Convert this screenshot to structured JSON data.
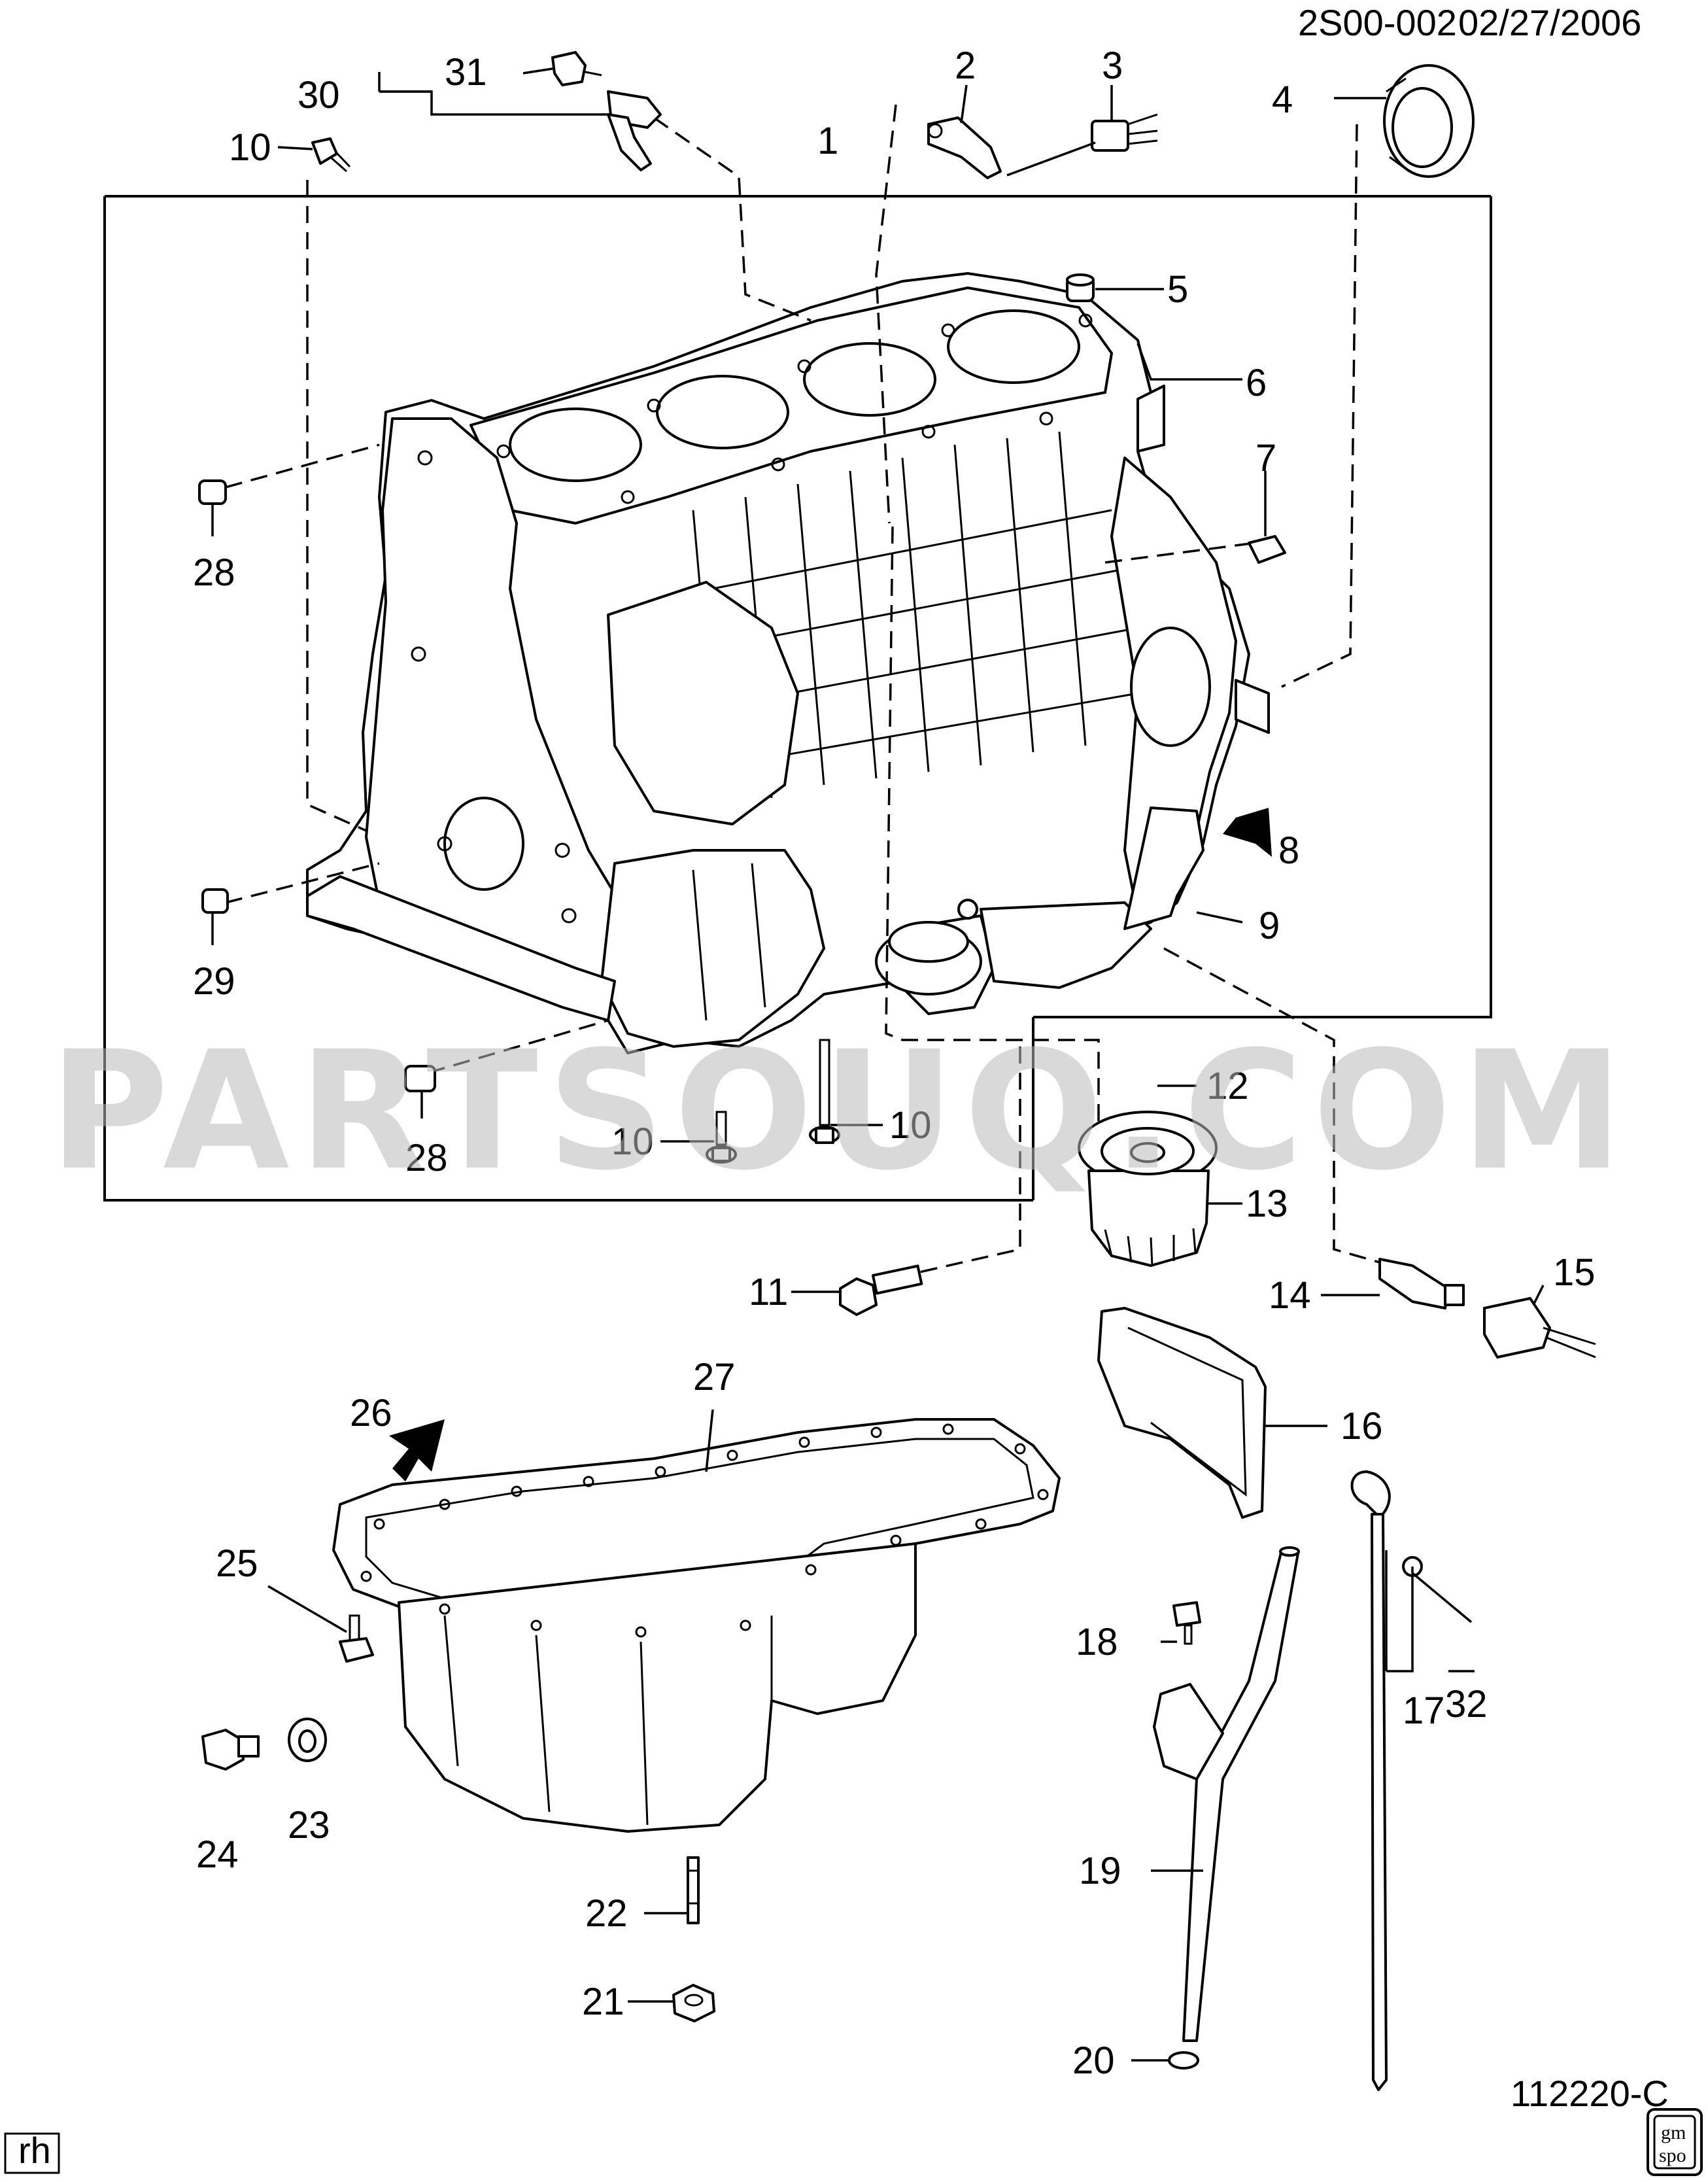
{
  "header": {
    "doc_code": "2S00-002",
    "date": "02/27/2006"
  },
  "illustration_code": "112220-C",
  "corner_tag": "rh",
  "logo_text": [
    "gm",
    "spo"
  ],
  "watermark": "PARTSOUQ.COM",
  "callouts": {
    "c1": "1",
    "c2": "2",
    "c3": "3",
    "c4": "4",
    "c5": "5",
    "c6": "6",
    "c7": "7",
    "c8": "8",
    "c9": "9",
    "c10a": "10",
    "c10b": "10",
    "c10c": "10",
    "c11": "11",
    "c12": "12",
    "c13": "13",
    "c14": "14",
    "c15": "15",
    "c16": "16",
    "c17": "17",
    "c18": "18",
    "c19": "19",
    "c20": "20",
    "c21": "21",
    "c22": "22",
    "c23": "23",
    "c24": "24",
    "c25": "25",
    "c26": "26",
    "c27": "27",
    "c28a": "28",
    "c28b": "28",
    "c29": "29",
    "c30": "30",
    "c31": "31",
    "c32": "32"
  }
}
